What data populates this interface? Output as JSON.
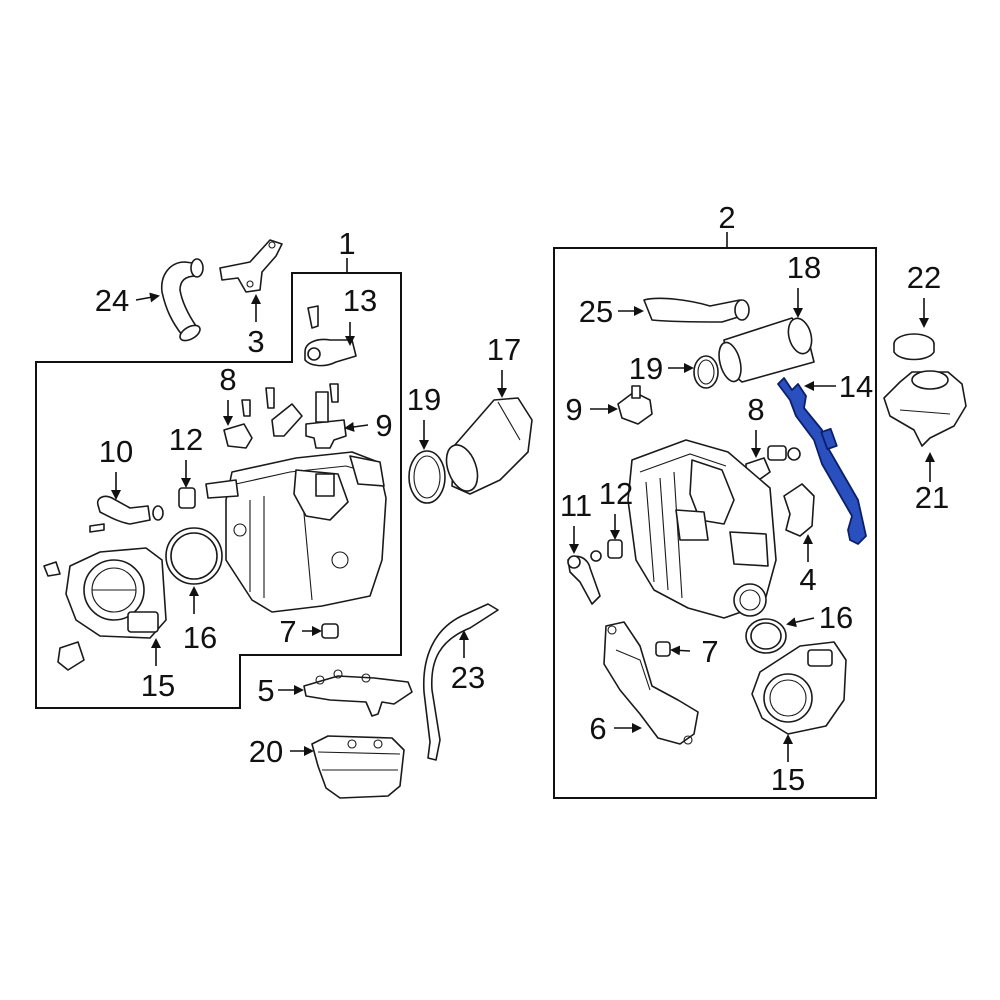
{
  "diagram": {
    "highlight_color": "#2a4fbf",
    "callouts": {
      "c1": "1",
      "c2": "2",
      "c3": "3",
      "c4": "4",
      "c5": "5",
      "c6": "6",
      "c7a": "7",
      "c7b": "7",
      "c8a": "8",
      "c8b": "8",
      "c9a": "9",
      "c9b": "9",
      "c10": "10",
      "c11": "11",
      "c12a": "12",
      "c12b": "12",
      "c13": "13",
      "c14": "14",
      "c15a": "15",
      "c15b": "15",
      "c16a": "16",
      "c16b": "16",
      "c17": "17",
      "c18": "18",
      "c19a": "19",
      "c19b": "19",
      "c20": "20",
      "c21": "21",
      "c22": "22",
      "c23": "23",
      "c24": "24",
      "c25": "25"
    }
  }
}
